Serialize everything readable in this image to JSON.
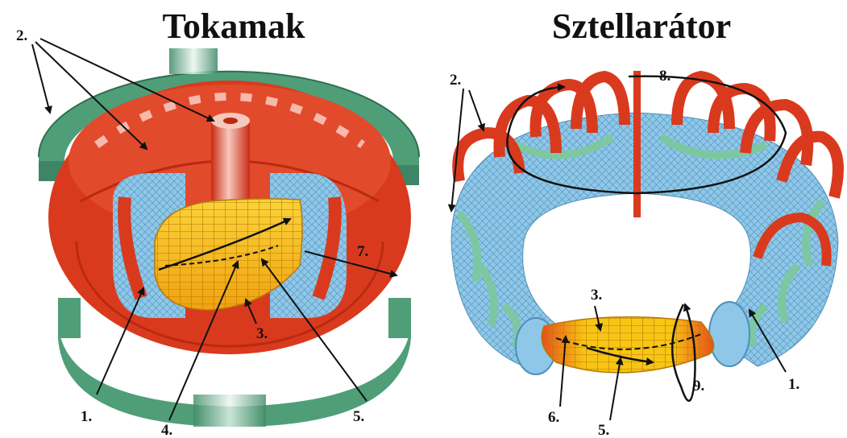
{
  "titles": {
    "tokamak": "Tokamak",
    "stellarator": "Sztellarátor"
  },
  "tokamak_labels": {
    "l1": "1.",
    "l2": "2.",
    "l3": "3.",
    "l4": "4.",
    "l5": "5.",
    "l7": "7."
  },
  "stellarator_labels": {
    "l1": "1.",
    "l2": "2.",
    "l3": "3.",
    "l5": "5.",
    "l6": "6.",
    "l8": "8.",
    "l9": "9."
  },
  "colors": {
    "coil_red": "#d93a1e",
    "coil_red_light": "#f3b3a6",
    "poloidal_green": "#4f9e78",
    "poloidal_green_light": "#9fd9bd",
    "vessel_blue": "#8fc7e8",
    "plasma_yellow": "#f7c515",
    "plasma_orange": "#ec8a10",
    "arrow_black": "#111111"
  }
}
